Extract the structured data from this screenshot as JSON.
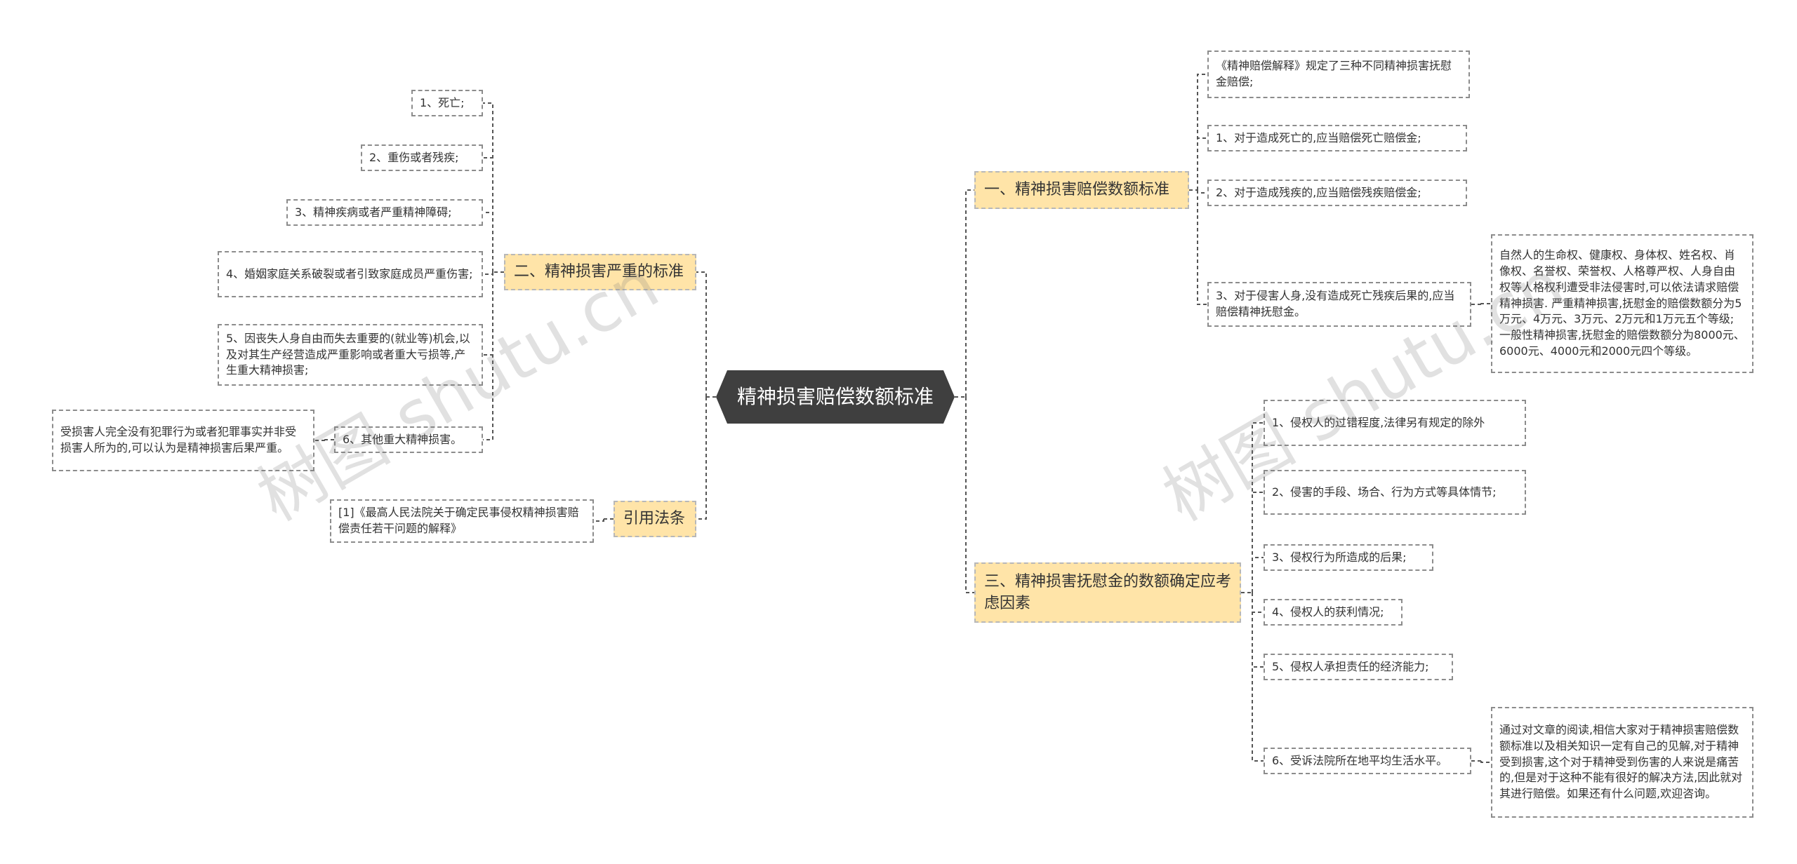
{
  "root": {
    "label": "精神损害赔偿数额标准"
  },
  "branches": {
    "b1": {
      "label": "一、精神损害赔偿数额标准"
    },
    "b2": {
      "label": "二、精神损害严重的标准"
    },
    "b3": {
      "label": "三、精神损害抚慰金的数额确定应考虑因素"
    },
    "b4": {
      "label": "引用法条"
    }
  },
  "leaves": {
    "r1a": "《精神赔偿解释》规定了三种不同精神损害抚慰金赔偿;",
    "r1b": "1、对于造成死亡的,应当赔偿死亡赔偿金;",
    "r1c": "2、对于造成残疾的,应当赔偿残疾赔偿金;",
    "r1d": "3、对于侵害人身,没有造成死亡残疾后果的,应当赔偿精神抚慰金。",
    "r1d_detail": "自然人的生命权、健康权、身体权、姓名权、肖像权、名誉权、荣誉权、人格尊严权、人身自由权等人格权利遭受非法侵害时,可以依法请求赔偿精神损害. 严重精神损害,抚慰金的赔偿数额分为5万元、4万元、3万元、2万元和1万元五个等级;一般性精神损害,抚慰金的赔偿数额分为8000元、6000元、4000元和2000元四个等级。",
    "l2a": "1、死亡;",
    "l2b": "2、重伤或者残疾;",
    "l2c": "3、精神疾病或者严重精神障碍;",
    "l2d": "4、婚姻家庭关系破裂或者引致家庭成员严重伤害;",
    "l2e": "5、因丧失人身自由而失去重要的(就业等)机会,以及对其生产经营造成严重影响或者重大亏损等,产生重大精神损害;",
    "l2f": "6、其他重大精神损害。",
    "l2f_detail": "受损害人完全没有犯罪行为或者犯罪事实并非受损害人所为的,可以认为是精神损害后果严重。",
    "r3a": "1、侵权人的过错程度,法律另有规定的除外",
    "r3b": "2、侵害的手段、场合、行为方式等具体情节;",
    "r3c": "3、侵权行为所造成的后果;",
    "r3d": "4、侵权人的获利情况;",
    "r3e": "5、侵权人承担责任的经济能力;",
    "r3f": "6、受诉法院所在地平均生活水平。",
    "r3f_detail": "通过对文章的阅读,相信大家对于精神损害赔偿数额标准以及相关知识一定有自己的见解,对于精神受到损害,这个对于精神受到伤害的人来说是痛苦的,但是对于这种不能有很好的解决方法,因此就对其进行赔偿。如果还有什么问题,欢迎咨询。",
    "l4a": "[1]《最高人民法院关于确定民事侵权精神损害赔偿责任若干问题的解释》"
  },
  "watermark": "树图 shutu.cn",
  "colors": {
    "root_bg": "#3f3f3f",
    "branch_bg": "#ffe4a8",
    "line": "#555555"
  }
}
